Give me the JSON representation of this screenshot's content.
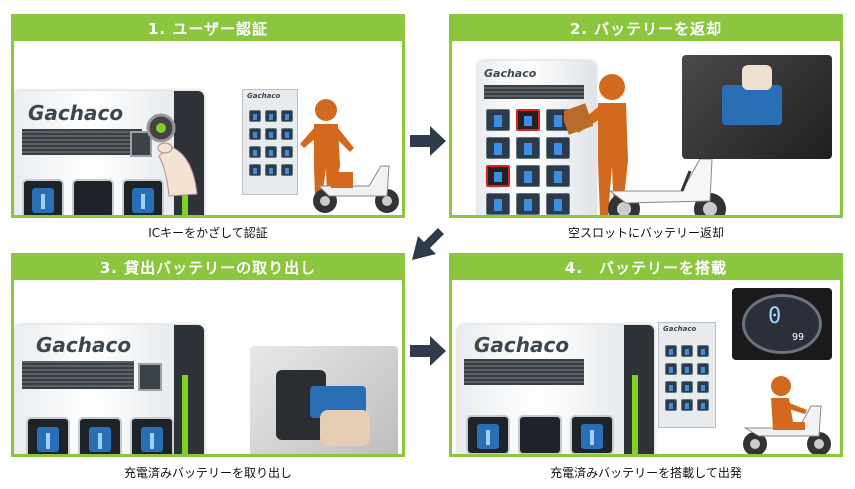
{
  "steps": [
    {
      "title": "1. ユーザー認証",
      "caption": "ICキーをかざして認証"
    },
    {
      "title": "2. バッテリーを返却",
      "caption": "空スロットにバッテリー返却"
    },
    {
      "title": "3. 貸出バッテリーの取り出し",
      "caption": "充電済みバッテリーを取り出し"
    },
    {
      "title": "4.　バッテリーを搭載",
      "caption": "充電済みバッテリーを搭載して出発"
    }
  ],
  "brand": "Gachaco",
  "mini_brand": "Gachaco",
  "meter": {
    "speed": "0",
    "odo": "99"
  },
  "colors": {
    "accent_green": "#8cc63f",
    "arrow_navy": "#2f3b4c",
    "figure_orange": "#d2691e",
    "highlight_red": "#e02020"
  },
  "icons": [
    "right-arrow-icon",
    "down-left-arrow-icon",
    "person-icon",
    "scooter-icon",
    "ic-key-icon"
  ]
}
